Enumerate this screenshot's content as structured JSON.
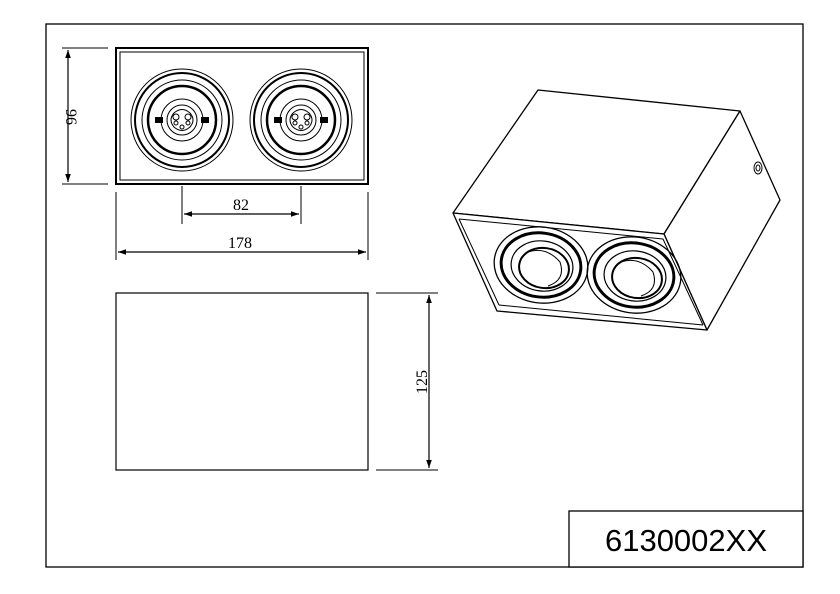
{
  "drawing": {
    "dimensions": {
      "height_top": "96",
      "spacing": "82",
      "width": "178",
      "height_side": "125"
    },
    "part_number": "6130002XX"
  },
  "colors": {
    "line": "#000000",
    "background": "#ffffff"
  }
}
